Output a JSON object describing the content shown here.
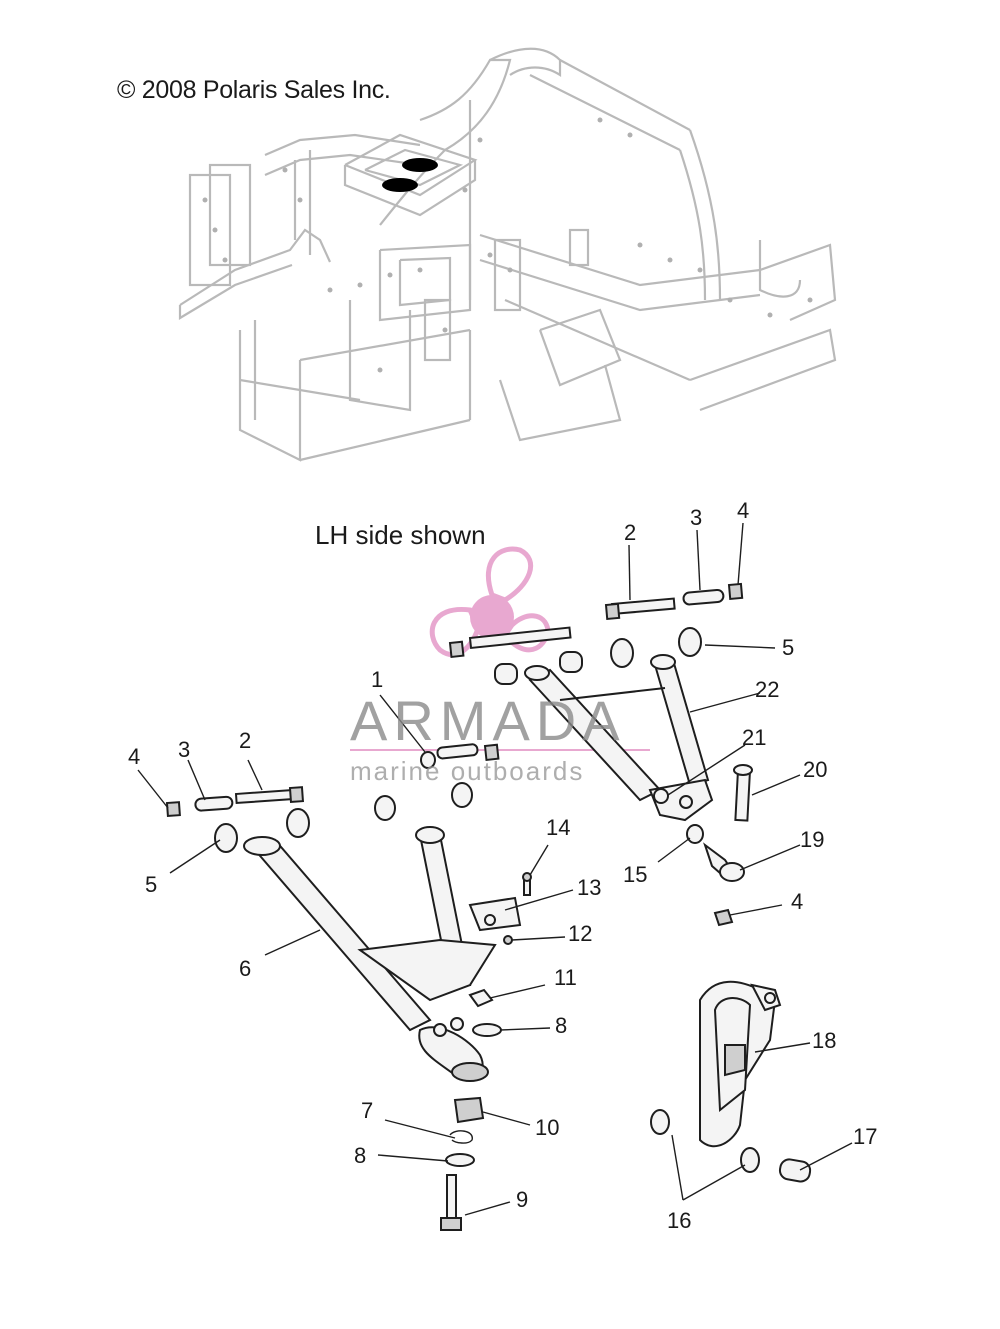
{
  "copyright": "© 2008 Polaris Sales Inc.",
  "side_note": "LH side shown",
  "watermark": {
    "brand": "ARMADA",
    "tagline": "marine outboards",
    "logo_color": "#e59ac8"
  },
  "callouts": [
    {
      "id": "c1",
      "label": "1"
    },
    {
      "id": "c2a",
      "label": "2"
    },
    {
      "id": "c3a",
      "label": "3"
    },
    {
      "id": "c4a",
      "label": "4"
    },
    {
      "id": "c2b",
      "label": "2"
    },
    {
      "id": "c3b",
      "label": "3"
    },
    {
      "id": "c4b",
      "label": "4"
    },
    {
      "id": "c5a",
      "label": "5"
    },
    {
      "id": "c5b",
      "label": "5"
    },
    {
      "id": "c6",
      "label": "6"
    },
    {
      "id": "c7",
      "label": "7"
    },
    {
      "id": "c8a",
      "label": "8"
    },
    {
      "id": "c8b",
      "label": "8"
    },
    {
      "id": "c9",
      "label": "9"
    },
    {
      "id": "c10",
      "label": "10"
    },
    {
      "id": "c11",
      "label": "11"
    },
    {
      "id": "c12",
      "label": "12"
    },
    {
      "id": "c13",
      "label": "13"
    },
    {
      "id": "c14",
      "label": "14"
    },
    {
      "id": "c15",
      "label": "15"
    },
    {
      "id": "c16",
      "label": "16"
    },
    {
      "id": "c17",
      "label": "17"
    },
    {
      "id": "c18",
      "label": "18"
    },
    {
      "id": "c19",
      "label": "19"
    },
    {
      "id": "c20",
      "label": "20"
    },
    {
      "id": "c21",
      "label": "21"
    },
    {
      "id": "c22",
      "label": "22"
    },
    {
      "id": "c4c",
      "label": "4"
    }
  ]
}
